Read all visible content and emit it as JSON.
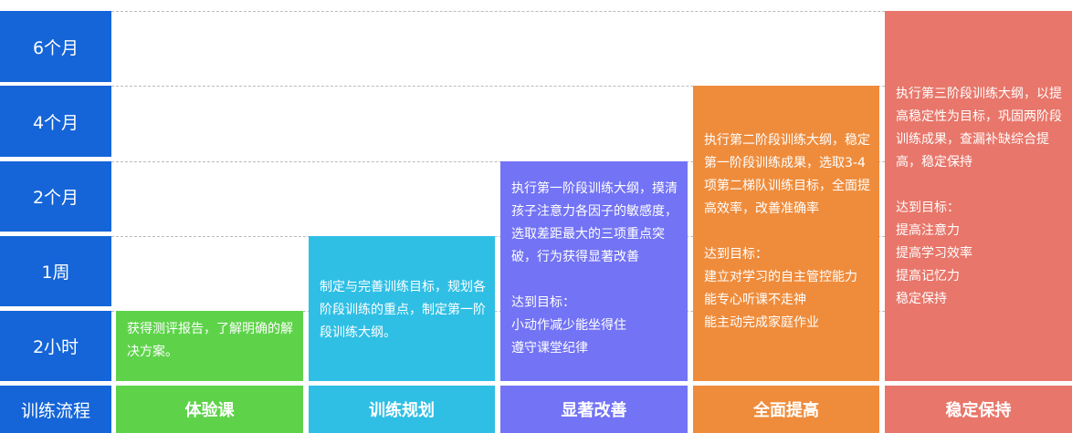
{
  "rows": [
    "6个月",
    "4个月",
    "2个月",
    "1周",
    "2小时"
  ],
  "footer_label": "训练流程",
  "stages": [
    {
      "name": "体验课",
      "color": "#5ed34a",
      "text": "获得测评报告，了解明确的解决方案。"
    },
    {
      "name": "训练规划",
      "color": "#2fbfe5",
      "text": "制定与完善训练目标，规划各阶段训练的重点，制定第一阶段训练大纲。"
    },
    {
      "name": "显著改善",
      "color": "#7373f5",
      "text": "执行第一阶段训练大纲，摸清孩子注意力各因子的敏感度，选取差距最大的三项重点突破，行为获得显著改善\n\n达到目标：\n小动作减少能坐得住\n遵守课堂纪律"
    },
    {
      "name": "全面提高",
      "color": "#ef8c3c",
      "text": "执行第二阶段训练大纲，稳定第一阶段训练成果，选取3-4项第二梯队训练目标，全面提高效率，改善准确率\n\n达到目标：\n建立对学习的自主管控能力\n能专心听课不走神\n能主动完成家庭作业"
    },
    {
      "name": "稳定保持",
      "color": "#e8766a",
      "text": "执行第三阶段训练大纲，以提高稳定性为目标，巩固两阶段训练成果，查漏补缺综合提高，稳定保持\n\n达到目标：\n提高注意力\n提高学习效率\n提高记忆力\n稳定保持"
    }
  ],
  "colors": {
    "axis": "#1565d8"
  }
}
